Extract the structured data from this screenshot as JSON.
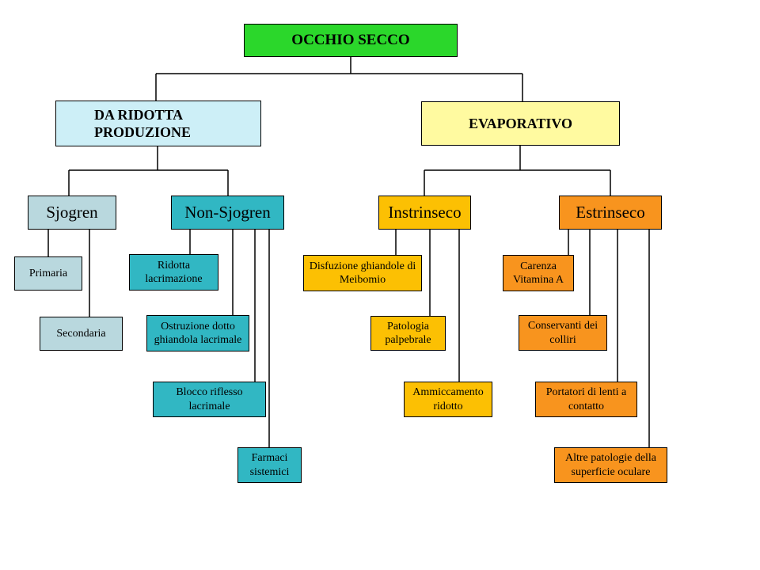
{
  "diagram": {
    "line_color": "#000000",
    "background": "#ffffff",
    "root": {
      "label": "OCCHIO SECCO",
      "color": "#2bd72b"
    },
    "branches": [
      {
        "label": "DA RIDOTTA PRODUZIONE",
        "color": "#cdeff7",
        "children": [
          {
            "label": "Sjogren",
            "color": "#b9d8de",
            "leaves": [
              {
                "label": "Primaria"
              },
              {
                "label": "Secondaria"
              }
            ]
          },
          {
            "label": "Non-Sjogren",
            "color": "#31b7c3",
            "leaves": [
              {
                "label": "Ridotta lacrimazione"
              },
              {
                "label": "Ostruzione dotto ghiandola lacrimale"
              },
              {
                "label": "Blocco riflesso lacrimale"
              },
              {
                "label": "Farmaci sistemici"
              }
            ]
          }
        ]
      },
      {
        "label": "EVAPORATIVO",
        "color": "#fffaa0",
        "children": [
          {
            "label": "Instrinseco",
            "color": "#fcc003",
            "leaves": [
              {
                "label": "Disfuzione ghiandole di Meibomio"
              },
              {
                "label": "Patologia palpebrale"
              },
              {
                "label": "Ammiccamento ridotto"
              }
            ]
          },
          {
            "label": "Estrinseco",
            "color": "#f8941e",
            "leaves": [
              {
                "label": "Carenza Vitamina A"
              },
              {
                "label": "Conservanti dei colliri"
              },
              {
                "label": "Portatori di lenti a contatto"
              },
              {
                "label": "Altre patologie della superficie oculare"
              }
            ]
          }
        ]
      }
    ]
  }
}
